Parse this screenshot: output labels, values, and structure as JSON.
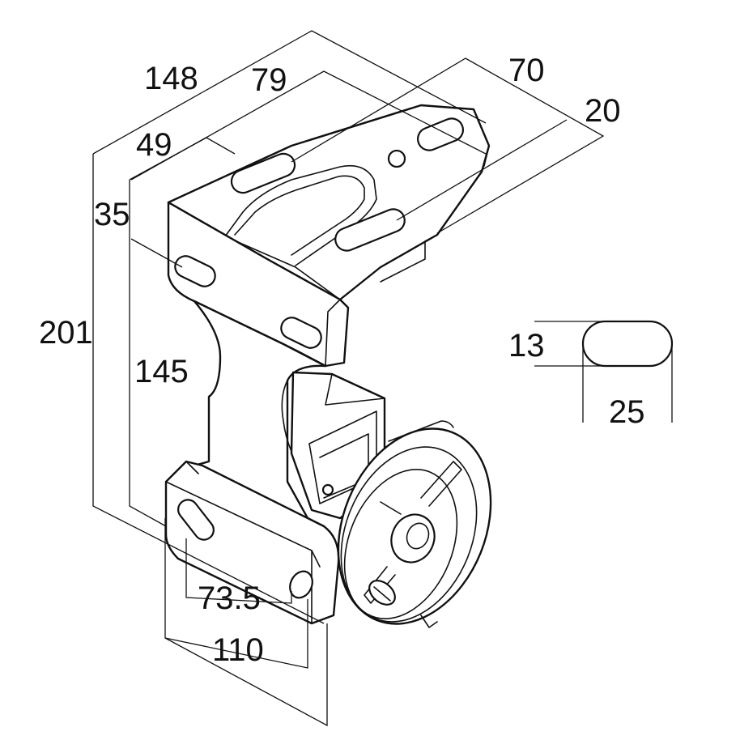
{
  "drawing": {
    "colors": {
      "line": "#111111",
      "background": "#ffffff"
    },
    "dimensions": {
      "overall_depth": "148",
      "top_plate_width": "79",
      "slot_spacing_top": "70",
      "top_plate_offset": "20",
      "side_plate_width": "49",
      "upper_slot_offset": "35",
      "overall_height": "201",
      "side_plate_height": "145",
      "lower_hole_spacing": "73.5",
      "lower_plate_length": "110",
      "slot_height": "13",
      "slot_length": "25"
    }
  }
}
